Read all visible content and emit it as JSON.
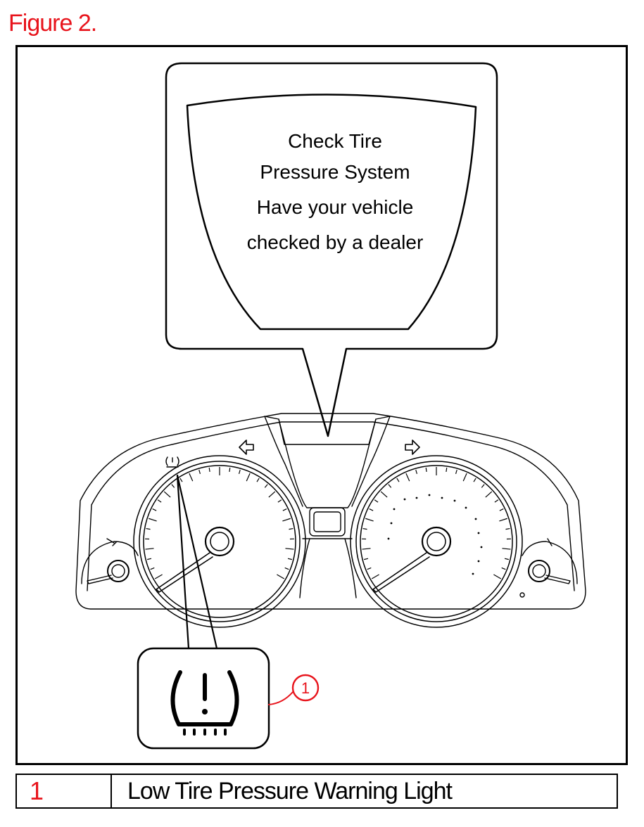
{
  "figure": {
    "title": "Figure 2."
  },
  "display_message": {
    "lines": [
      "Check Tire",
      "Pressure System",
      "Have your vehicle",
      "checked by a dealer"
    ]
  },
  "callout": {
    "number": "1"
  },
  "legend": {
    "rows": [
      {
        "number": "1",
        "label": "Low Tire Pressure Warning Light"
      }
    ]
  },
  "icons": {
    "warning_light": "tpms-warning-icon",
    "turn_left": "turn-signal-left-icon",
    "turn_right": "turn-signal-right-icon"
  },
  "colors": {
    "accent": "#e8141c",
    "line": "#000000"
  }
}
